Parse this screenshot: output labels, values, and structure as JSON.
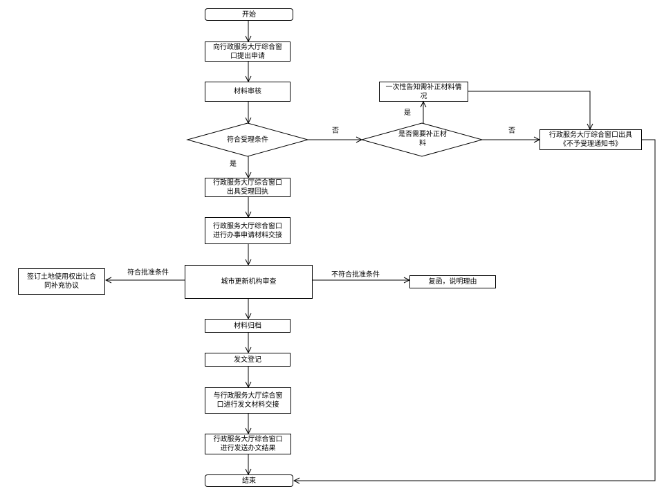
{
  "nodes": {
    "start": "开始",
    "submit_application": "向行政服务大厅综合窗口提出申请",
    "material_review": "材料审核",
    "meets_acceptance": "符合受理条件",
    "need_supplement": "是否需要补正材料",
    "notify_supplement": "一次性告知需补正材料情况",
    "issue_rejection": "行政服务大厅综合窗口出具《不予受理通知书》",
    "issue_receipt": "行政服务大厅综合窗口出具受理回执",
    "handover_materials": "行政服务大厅综合窗口进行办事申请材料交接",
    "urban_renewal_review": "城市更新机构审查",
    "sign_agreement": "签订土地使用权出让合同补充协议",
    "reply_reason": "复函，说明理由",
    "archive_materials": "材料归档",
    "dispatch_register": "发文登记",
    "dispatch_handover": "与行政服务大厅综合窗口进行发文材料交接",
    "send_results": "行政服务大厅综合窗口进行发送办文结果",
    "end": "结束"
  },
  "labels": {
    "no_1": "否",
    "no_2": "否",
    "yes_1": "是",
    "yes_2": "是",
    "meets_approval": "符合批准条件",
    "not_meets_approval": "不符合批准条件"
  }
}
